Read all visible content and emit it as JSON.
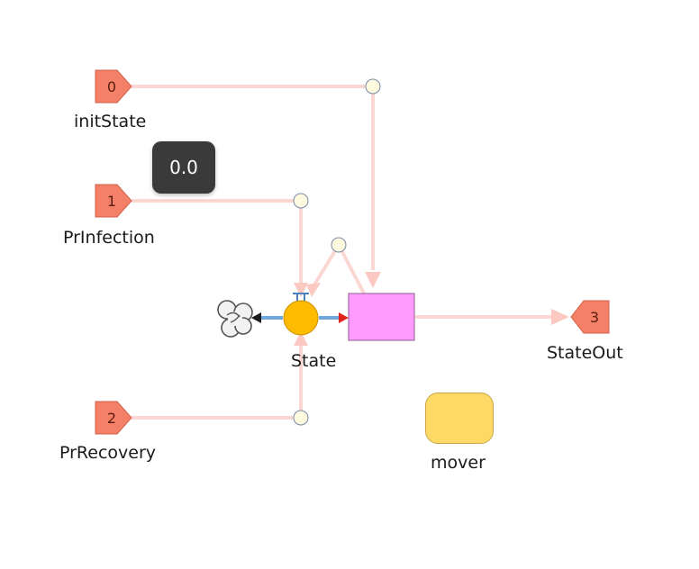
{
  "tooltip": {
    "value": "0.0"
  },
  "ports": {
    "initState": {
      "number": "0",
      "label": "initState"
    },
    "prInfection": {
      "number": "1",
      "label": "PrInfection"
    },
    "prRecovery": {
      "number": "2",
      "label": "PrRecovery"
    },
    "stateOut": {
      "number": "3",
      "label": "StateOut"
    }
  },
  "stock": {
    "label": "State"
  },
  "agent": {
    "label": "mover"
  },
  "colors": {
    "port": "#f48068",
    "link": "#fbd7d3",
    "stock": "#ffbb00",
    "converter": "#ff9bff",
    "mover": "#ffd966",
    "flow": "#6fa8e0"
  },
  "icons": [
    "cloud-source-icon",
    "connector-node-icon",
    "stock-icon",
    "converter-icon",
    "mover-icon"
  ]
}
